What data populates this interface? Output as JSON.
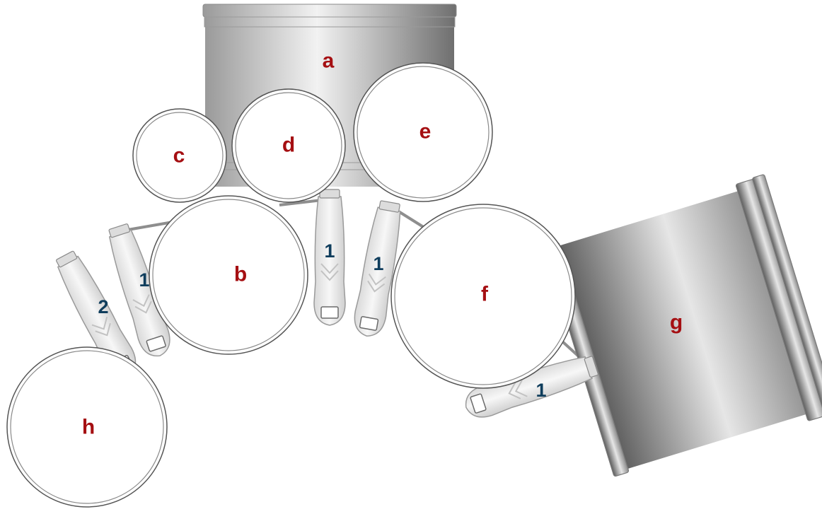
{
  "colors": {
    "drum_label": "#a50f12",
    "pedal_label": "#0f3d5c",
    "head_fill": "#ffffff",
    "outline": "#555555",
    "shell_light": "#f4f4f4",
    "shell_dark": "#7a7a7a",
    "pedal_body": "#e9e9e9"
  },
  "drums": {
    "a": "a",
    "b": "b",
    "c": "c",
    "d": "d",
    "e": "e",
    "f": "f",
    "g": "g",
    "h": "h"
  },
  "pedals": {
    "p1": "2",
    "p2": "1",
    "p3": "1",
    "p4": "1",
    "p5": "1"
  }
}
